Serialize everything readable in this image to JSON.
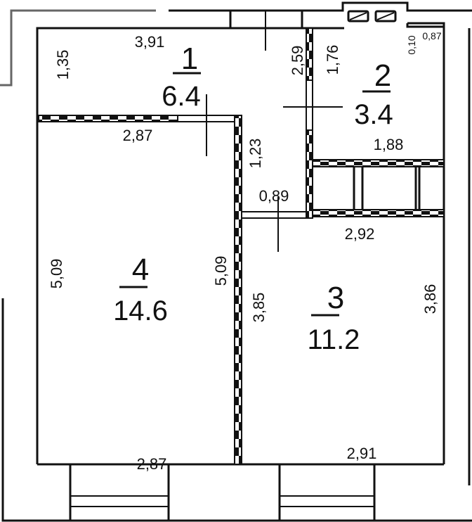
{
  "plan": {
    "type": "apartment floor plan",
    "colors": {
      "line": "#111111",
      "outer_line": "#666666",
      "background": "#ffffff"
    }
  },
  "rooms": [
    {
      "number": "1",
      "area": "6.4"
    },
    {
      "number": "2",
      "area": "3.4"
    },
    {
      "number": "3",
      "area": "11.2"
    },
    {
      "number": "4",
      "area": "14.6"
    }
  ],
  "dimensions": {
    "room1_left": "1,35",
    "room1_top": "3,91",
    "room1_bottom": "2,87",
    "corridor_wall": "2,59",
    "room2_left": "1,76",
    "room2_bottom": "1,88",
    "room2_corner_a": "0,10",
    "room2_corner_b": "0,87",
    "corridor_side": "1,23",
    "corridor_bottom": "0,89",
    "room3_top": "2,92",
    "room3_left": "3,85",
    "room3_right": "3,86",
    "room3_bottom": "2,91",
    "room4_left": "5,09",
    "room4_right": "5,09",
    "room4_bottom": "2,87"
  }
}
